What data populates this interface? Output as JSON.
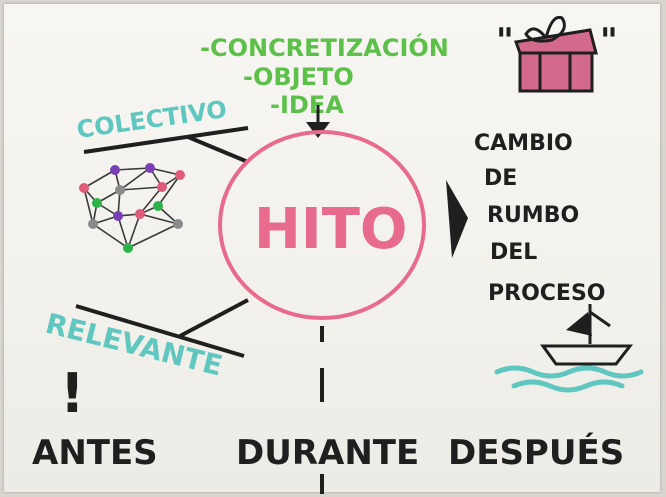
{
  "sketch": {
    "top_list": [
      "-CONCRETIZACIÓN",
      "-OBJETO",
      "-IDEA"
    ],
    "gift_quote_open": "\"",
    "gift_quote_close": "\"",
    "center_word": "HITO",
    "left_top_label": "COLECTIVO",
    "left_bottom_label": "RELEVANTE",
    "exclamation": "!",
    "right_text_lines": [
      "CAMBIO",
      "DE",
      "RUMBO",
      "DEL",
      "PROCESO"
    ],
    "bottom_labels": [
      "ANTES",
      "DURANTE",
      "DESPUÉS"
    ]
  },
  "colors": {
    "green_marker": "#5dc04a",
    "teal_marker": "#5fc7c0",
    "pink_marker": "#e86b8d",
    "dark_marker": "#1f1f1f",
    "gift_pink": "#d36a8c"
  }
}
